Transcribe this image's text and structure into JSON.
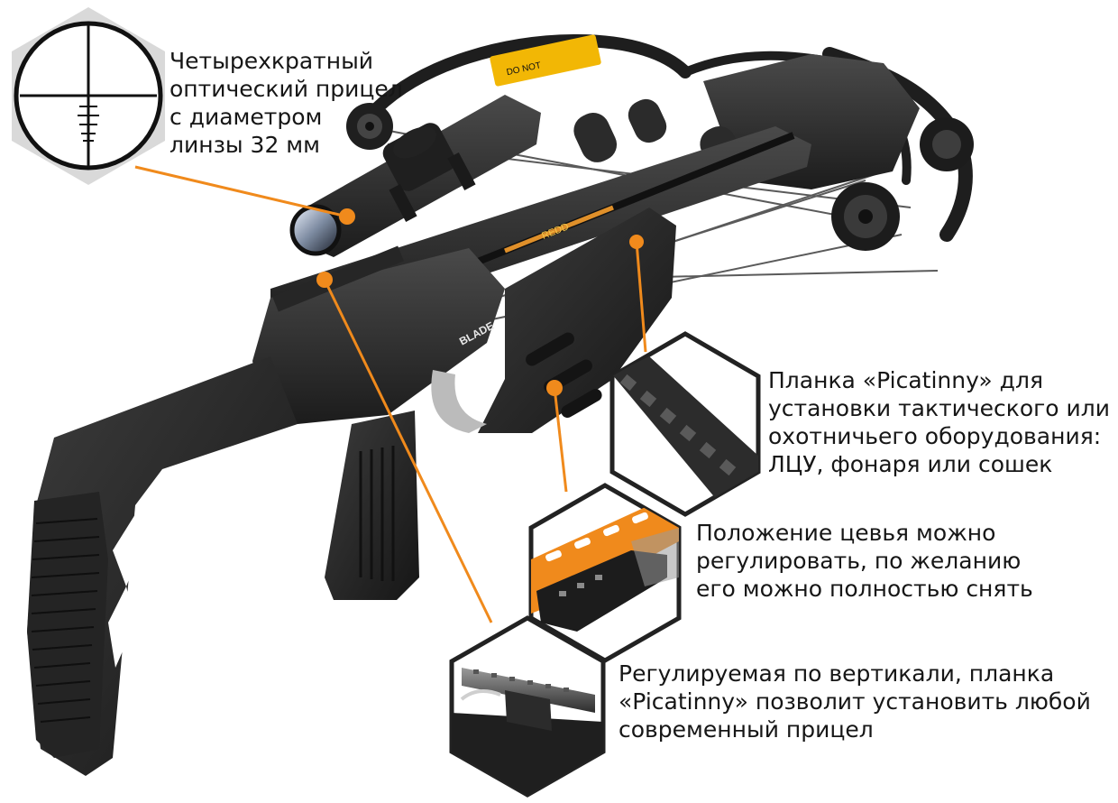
{
  "callouts": {
    "scope": "Четырехкратный\nоптический прицел\nс диаметром\nлинзы 32 мм",
    "rail": "Планка «Picatinny» для\nустановки тактического или\nохотничьего оборудования:\nЛЦУ, фонаря или сошек",
    "forend": "Положение цевья можно\nрегулировать, по желанию\nего можно полностью снять",
    "mount": "Регулируемая по вертикали, планка\n«Picatinny» позволит установить любой\nсовременный прицел"
  },
  "product": {
    "stock_label": "BLADE",
    "warning_label": "DO NOT",
    "arrow_label": "REDD"
  },
  "colors": {
    "accent": "#f08a1c",
    "body": "#2a2a2a",
    "hex_border": "#222222",
    "hex_grey": "#d9d9d9"
  },
  "icons": [
    "scope-reticle-icon",
    "picatinny-rail-icon",
    "forend-icon",
    "scope-mount-icon"
  ]
}
